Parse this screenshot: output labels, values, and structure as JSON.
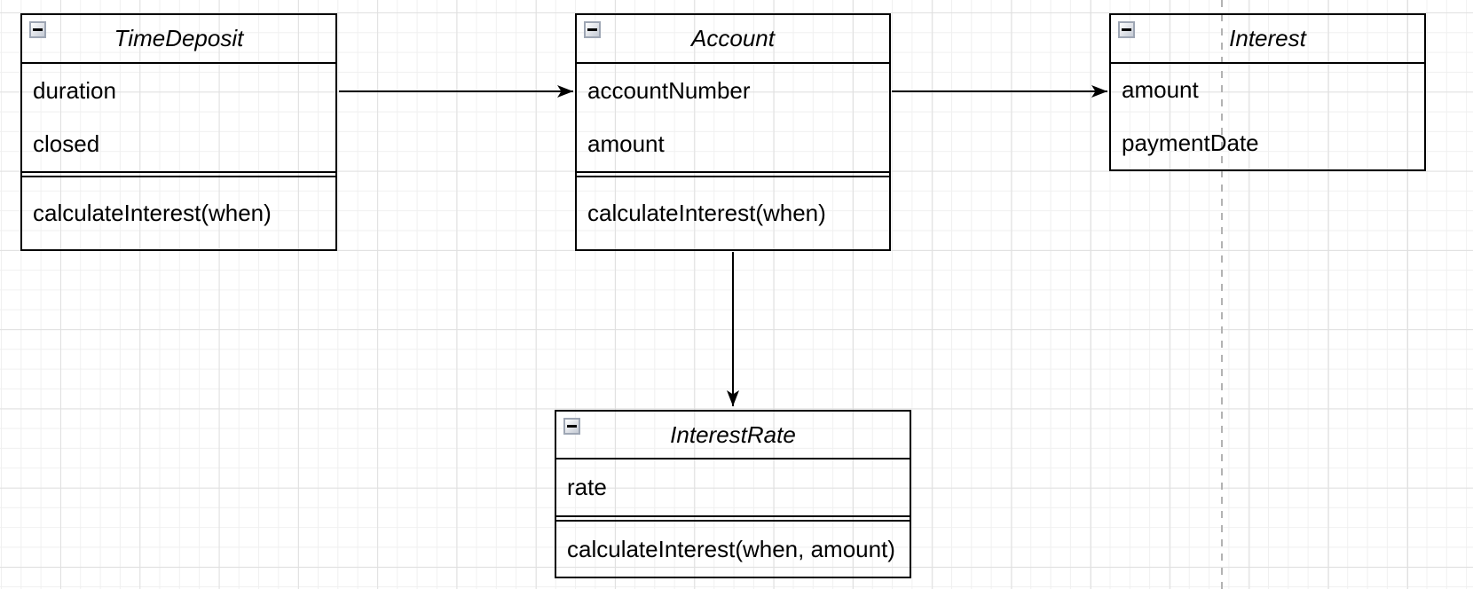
{
  "diagram": {
    "type": "uml-class-diagram",
    "classes": [
      {
        "title": "TimeDeposit",
        "attributes": [
          "duration",
          "closed"
        ],
        "methods": [
          "calculateInterest(when)"
        ]
      },
      {
        "title": "Account",
        "attributes": [
          "accountNumber",
          "amount"
        ],
        "methods": [
          "calculateInterest(when)"
        ]
      },
      {
        "title": "Interest",
        "attributes": [
          "amount",
          "paymentDate"
        ],
        "methods": []
      },
      {
        "title": "InterestRate",
        "attributes": [
          "rate"
        ],
        "methods": [
          "calculateInterest(when, amount)"
        ]
      }
    ],
    "connections": [
      {
        "from": "TimeDeposit",
        "to": "Account",
        "style": "solid-arrow"
      },
      {
        "from": "Account",
        "to": "Interest",
        "style": "solid-arrow"
      },
      {
        "from": "Account",
        "to": "InterestRate",
        "style": "solid-arrow"
      }
    ],
    "icons": {
      "collapse": "minus-icon"
    },
    "colors": {
      "stroke": "#000000",
      "grid-minor": "#f0f0f0",
      "grid-major": "#e0e0e0",
      "guide": "#b3b3b3",
      "bg": "#ffffff"
    }
  }
}
